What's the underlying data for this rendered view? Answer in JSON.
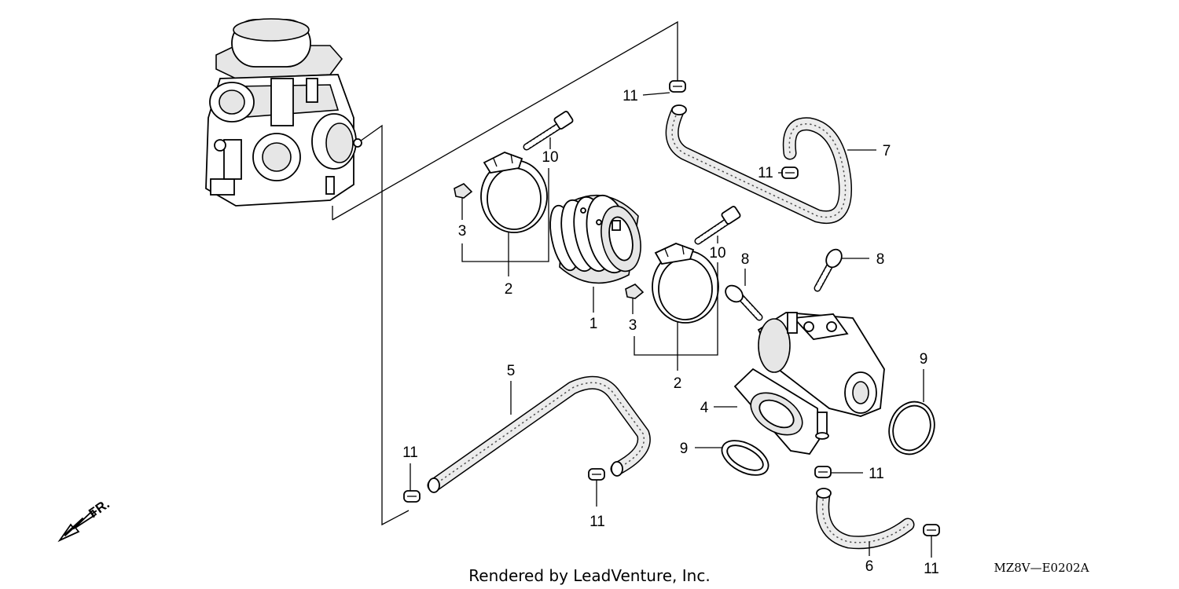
{
  "callouts": {
    "c1": "1",
    "c2a": "2",
    "c2b": "2",
    "c3a": "3",
    "c3b": "3",
    "c4": "4",
    "c5": "5",
    "c6": "6",
    "c7": "7",
    "c8a": "8",
    "c8b": "8",
    "c9a": "9",
    "c9b": "9",
    "c10a": "10",
    "c10b": "10",
    "c11a": "11",
    "c11b": "11",
    "c11c": "11",
    "c11d": "11",
    "c11e": "11",
    "c11f": "11"
  },
  "direction_label": "FR.",
  "footer_credit": "Rendered by LeadVenture, Inc.",
  "diagram_code": "MZ8V—E0202A"
}
